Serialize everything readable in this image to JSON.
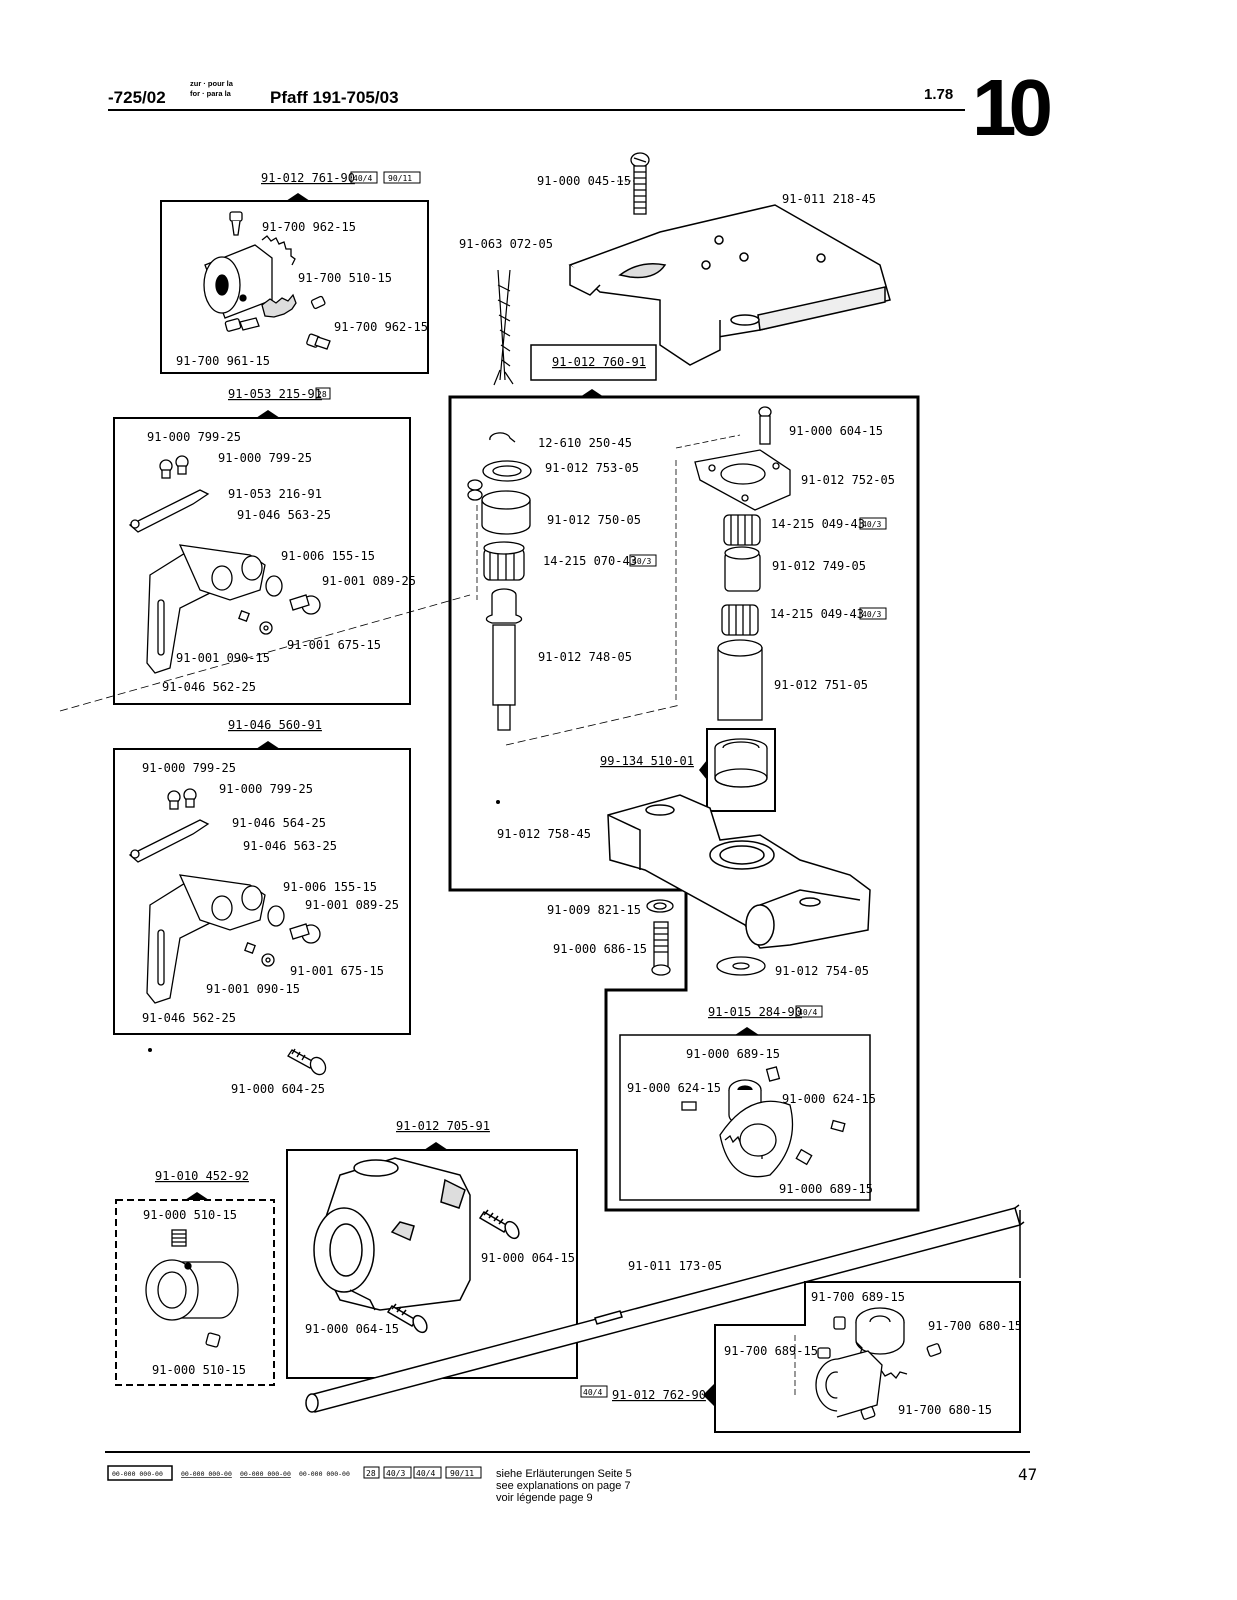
{
  "header": {
    "ref_no": "-725/02",
    "prep_lines": [
      "zur · pour la",
      "for · para la"
    ],
    "machine": "Pfaff 191-705/03",
    "date": "1.78",
    "page_group": "10"
  },
  "groups": {
    "g1": {
      "assembly": "91-012 761-90",
      "tags": [
        "40/4",
        "90/11"
      ],
      "parts": [
        "91-700 962-15",
        "91-700 510-15",
        "91-700 962-15",
        "91-700 961-15"
      ]
    },
    "g2": {
      "assembly": "91-053 215-91",
      "tags": [
        "28"
      ],
      "parts": [
        "91-000 799-25",
        "91-000 799-25",
        "91-053 216-91",
        "91-046 563-25",
        "91-006 155-15",
        "91-001 089-25",
        "91-001 675-15",
        "91-001 090-15",
        "91-046 562-25"
      ]
    },
    "g3": {
      "assembly": "91-046 560-91",
      "parts": [
        "91-000 799-25",
        "91-000 799-25",
        "91-046 564-25",
        "91-046 563-25",
        "91-006 155-15",
        "91-001 089-25",
        "91-001 675-15",
        "91-001 090-15",
        "91-046 562-25"
      ]
    },
    "top": {
      "parts": [
        "91-000 045-15",
        "91-011 218-45",
        "91-063 072-05"
      ]
    },
    "main": {
      "assembly": "91-012 760-91",
      "parts": [
        "12-610 250-45",
        "91-012 753-05",
        "91-012 750-05",
        "14-215 070-43",
        "91-012 748-05",
        "91-000 604-15",
        "91-012 752-05",
        "14-215 049-43",
        "91-012 749-05",
        "14-215 049-43",
        "91-012 751-05",
        "99-134 510-01",
        "91-012 758-45",
        "91-009 821-15",
        "91-000 686-15",
        "91-012 754-05"
      ],
      "tags": [
        "40/3",
        "40/3",
        "40/3"
      ]
    },
    "g4": {
      "assembly": "91-015 284-90",
      "tags": [
        "40/4"
      ],
      "parts": [
        "91-000 689-15",
        "91-000 624-15",
        "91-000 624-15",
        "91-000 689-15"
      ]
    },
    "loose": {
      "parts": [
        "91-000 604-25"
      ]
    },
    "g5": {
      "assembly": "91-012 705-91",
      "parts": [
        "91-000 064-15",
        "91-000 064-15"
      ]
    },
    "g6": {
      "assembly": "91-010 452-92",
      "parts": [
        "91-000 510-15",
        "91-000 510-15"
      ]
    },
    "shaft": {
      "parts": [
        "91-011 173-05"
      ]
    },
    "g7": {
      "assembly": "91-012 762-90",
      "tags": [
        "40/4"
      ],
      "parts": [
        "91-700 689-15",
        "91-700 680-15",
        "91-700 689-15",
        "91-700 680-15"
      ]
    }
  },
  "footer": {
    "legend_boxes": [
      "00-000 000-00",
      "00-000 000-00",
      "00-000 000-00",
      "00-000 000-00"
    ],
    "legend_tags": [
      "28",
      "40/3",
      "40/4",
      "90/11"
    ],
    "notes": [
      "siehe Erläuterungen Seite 5",
      "see explanations on page 7",
      "voir légende page 9"
    ],
    "page_number": "47"
  }
}
